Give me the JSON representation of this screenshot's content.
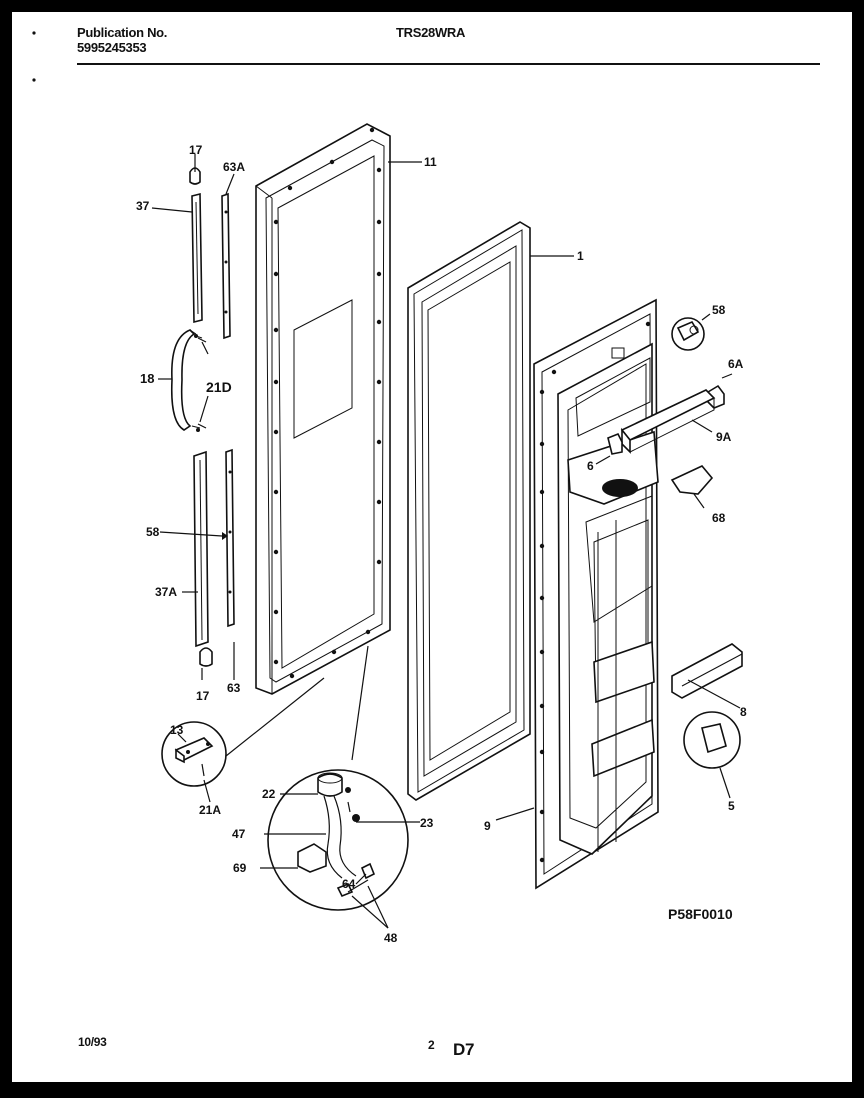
{
  "header": {
    "publication_label": "Publication No.",
    "publication_number": "5995245353",
    "model": "TRS28WRA"
  },
  "footer": {
    "date": "10/93",
    "page": "2",
    "code": "D7"
  },
  "diagram": {
    "figure_id": "P58F0010",
    "callouts": {
      "c17_top": "17",
      "c63a": "63A",
      "c11": "11",
      "c37": "37",
      "c1": "1",
      "c58_screw": "58",
      "c18": "18",
      "c21d": "21D",
      "c6a": "6A",
      "c9a": "9A",
      "c6": "6",
      "c58_side": "58",
      "c68": "68",
      "c37a": "37A",
      "c17_bot": "17",
      "c63": "63",
      "c8": "8",
      "c13": "13",
      "c21a": "21A",
      "c5": "5",
      "c22": "22",
      "c23": "23",
      "c47": "47",
      "c9": "9",
      "c69": "69",
      "c64": "64",
      "c48": "48"
    }
  }
}
